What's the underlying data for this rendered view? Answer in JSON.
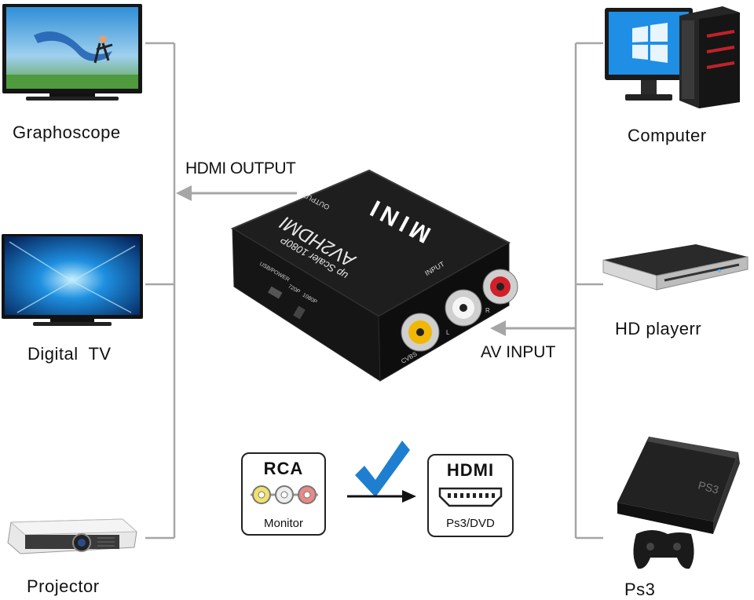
{
  "outputs": [
    {
      "label": "Graphoscope",
      "icon": "tv-icon"
    },
    {
      "label": "Digital  TV",
      "icon": "tv-icon"
    },
    {
      "label": "Projector",
      "icon": "projector-icon"
    }
  ],
  "inputs": [
    {
      "label": "Computer",
      "icon": "computer-icon"
    },
    {
      "label": "HD playerr",
      "icon": "disc-player-icon"
    },
    {
      "label": "Ps3",
      "icon": "game-console-icon"
    }
  ],
  "arrows": {
    "output_label": "HDMI OUTPUT",
    "input_label": "AV INPUT"
  },
  "converter": {
    "brand": "MINI",
    "model": "AV2HDMI",
    "subtitle": "up Scaler 1080P",
    "port_output": "OUTPUT",
    "port_input": "INPUT",
    "port_usb": "USB/POWER",
    "switch_720": "720P",
    "switch_1080": "1080P",
    "jack_cvbs": "CVBS",
    "jack_l": "L",
    "jack_r": "R"
  },
  "conversion": {
    "from_title": "RCA",
    "from_sub": "Monitor",
    "to_title": "HDMI",
    "to_sub": "Ps3/DVD"
  },
  "colors": {
    "bracket": "#a6a6a6",
    "check": "#1e7fd1",
    "device_body": "#1c1c1c"
  }
}
